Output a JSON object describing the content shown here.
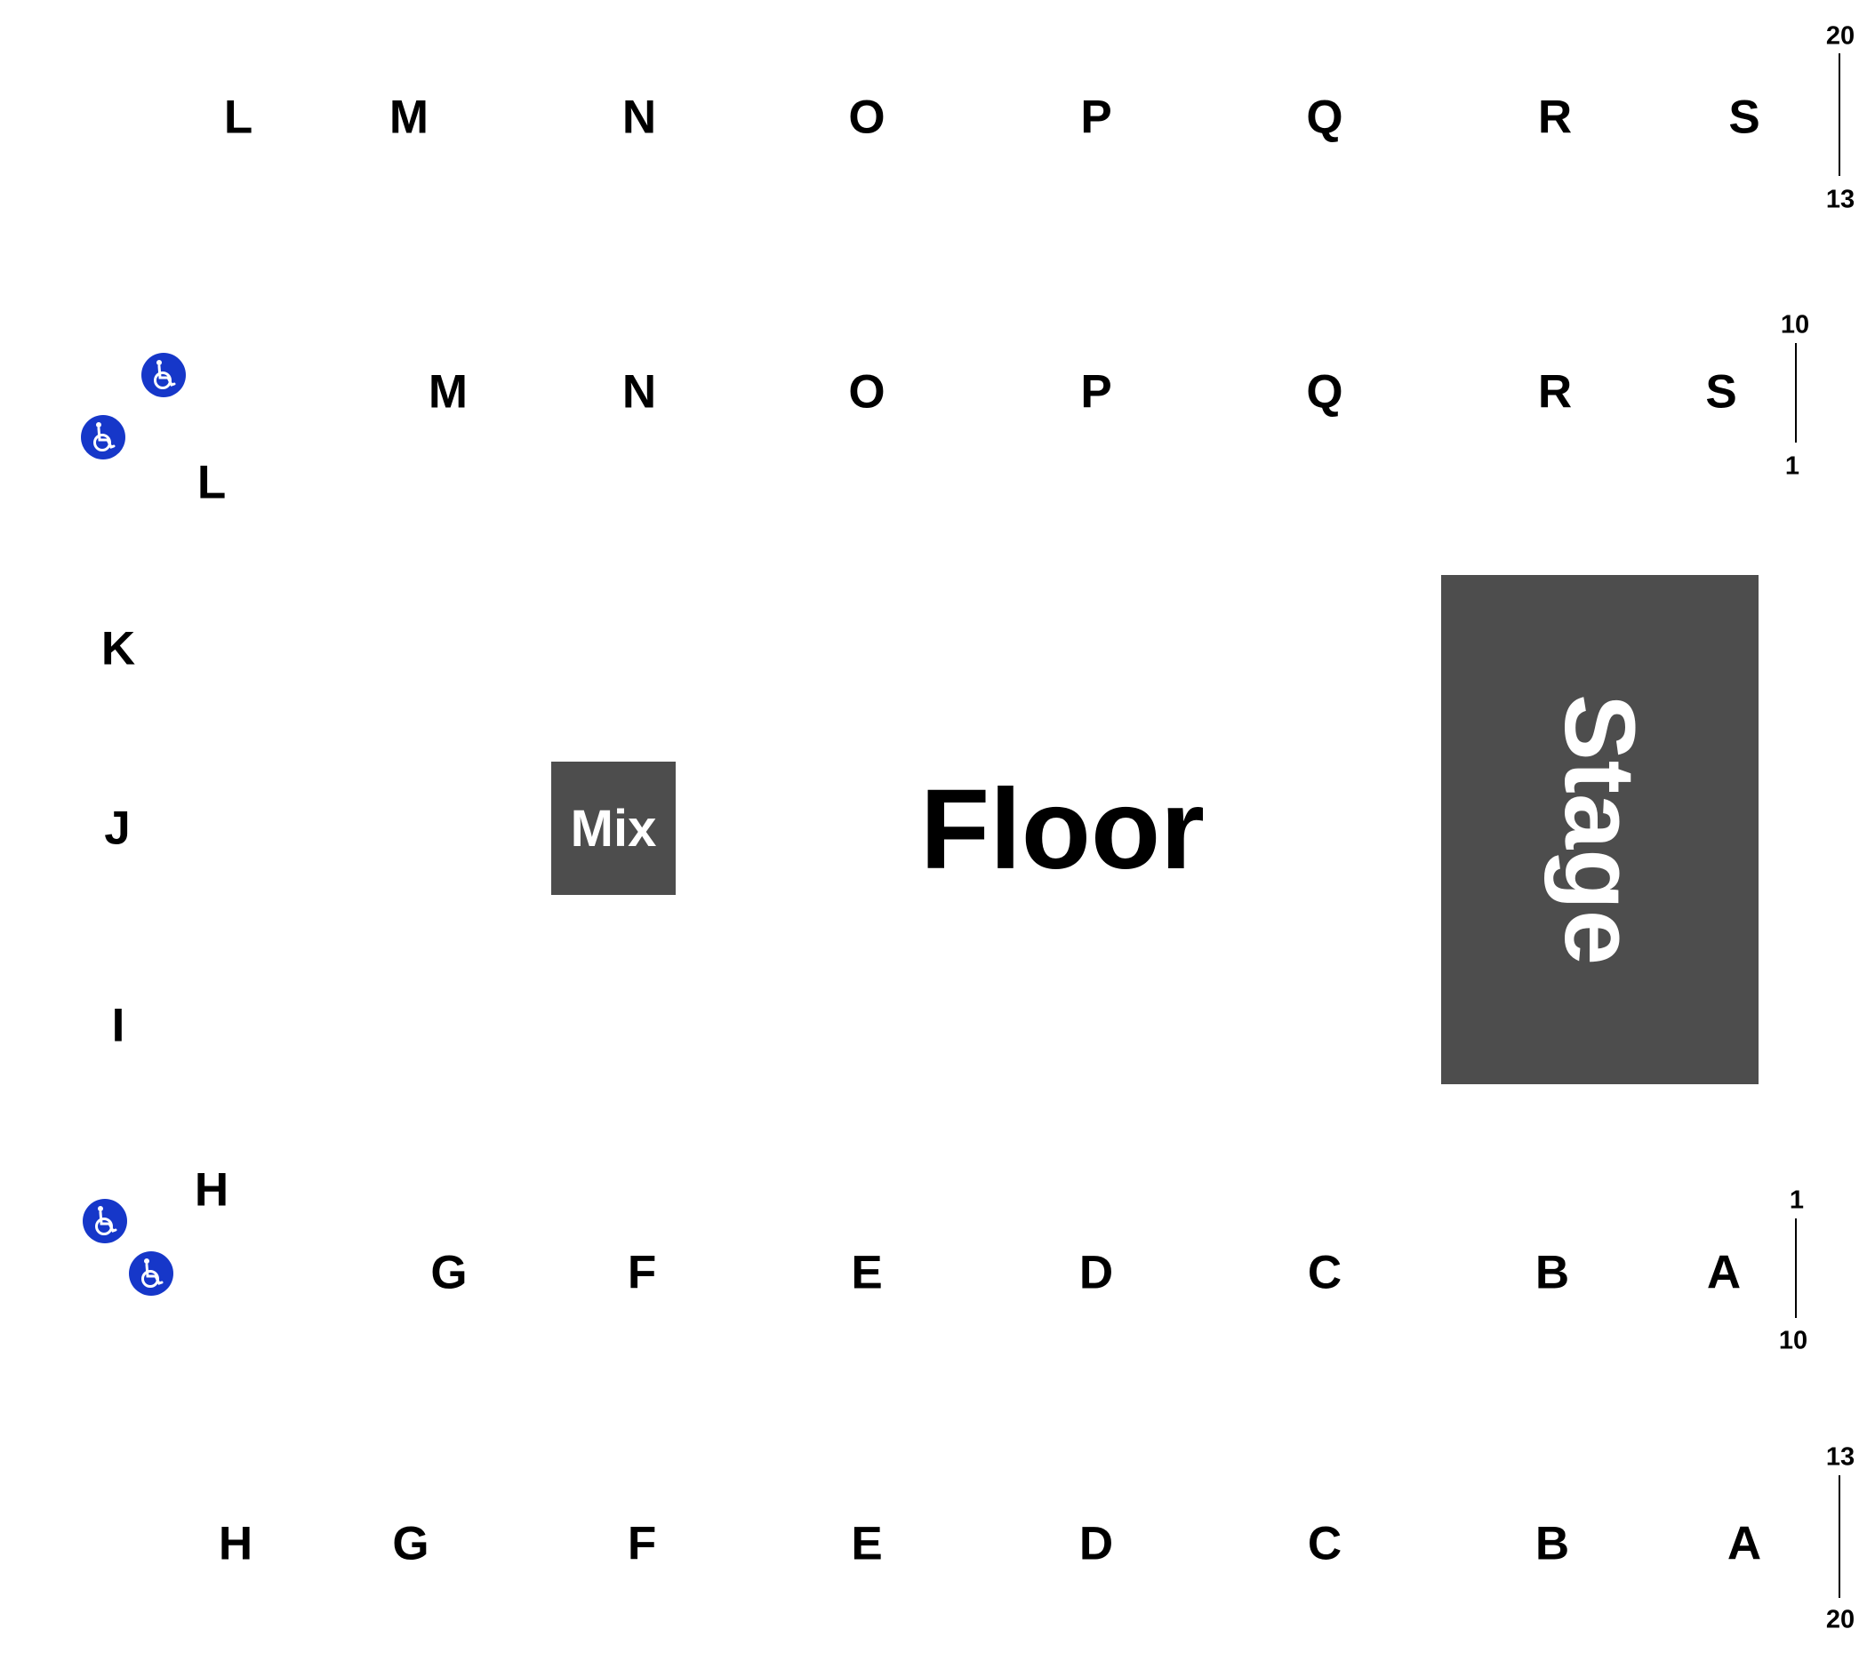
{
  "rows": {
    "top_outer": [
      "L",
      "M",
      "N",
      "O",
      "P",
      "Q",
      "R",
      "S"
    ],
    "top_inner": [
      "M",
      "N",
      "O",
      "P",
      "Q",
      "R",
      "S"
    ],
    "top_inner_corner": "L",
    "left_side": [
      "K",
      "J",
      "I"
    ],
    "bottom_inner_corner": "H",
    "bottom_inner": [
      "G",
      "F",
      "E",
      "D",
      "C",
      "B",
      "A"
    ],
    "bottom_outer": [
      "H",
      "G",
      "F",
      "E",
      "D",
      "C",
      "B",
      "A"
    ]
  },
  "seat_ranges": {
    "top_outer": {
      "start": "20",
      "end": "13"
    },
    "top_inner": {
      "start": "10",
      "end": "1"
    },
    "bottom_inner": {
      "start": "1",
      "end": "10"
    },
    "bottom_outer": {
      "start": "13",
      "end": "20"
    }
  },
  "areas": {
    "floor": "Floor",
    "mix": "Mix",
    "stage": "Stage"
  },
  "icons": {
    "accessible": "wheelchair-icon",
    "accessible_color": "#1637c9"
  },
  "colors": {
    "block_fill": "#4d4d4d",
    "block_text": "#ffffff",
    "label": "#000000"
  }
}
